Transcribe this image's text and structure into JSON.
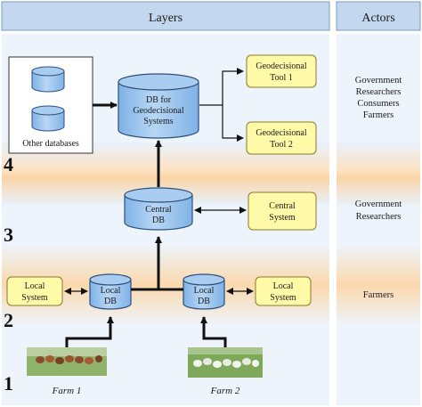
{
  "header": {
    "layers_title": "Layers",
    "actors_title": "Actors"
  },
  "layers": [
    "4",
    "3",
    "2",
    "1"
  ],
  "other_databases_label": "Other databases",
  "db_geodecisional": {
    "line1": "DB for",
    "line2": "Geodecisional",
    "line3": "Systems"
  },
  "tool1": {
    "line1": "Geodecisional",
    "line2": "Tool 1"
  },
  "tool2": {
    "line1": "Geodecisional",
    "line2": "Tool 2"
  },
  "central_db": {
    "line1": "Central",
    "line2": "DB"
  },
  "central_system": {
    "line1": "Central",
    "line2": "System"
  },
  "local_db_left": {
    "line1": "Local",
    "line2": "DB"
  },
  "local_db_right": {
    "line1": "Local",
    "line2": "DB"
  },
  "local_system_left": {
    "line1": "Local",
    "line2": "System"
  },
  "local_system_right": {
    "line1": "Local",
    "line2": "System"
  },
  "farms": [
    "Farm 1",
    "Farm 2"
  ],
  "actors": {
    "layer4": [
      "Government",
      "Researchers",
      "Consumers",
      "Farmers"
    ],
    "layer3": [
      "Government",
      "Researchers"
    ],
    "layer2": [
      "Farmers"
    ]
  },
  "colors": {
    "header_blue": "#c3d8ee",
    "db_blue": "#9cc4ec",
    "box_yellow": "#fffaa8",
    "band_orange": "#fbd9b0",
    "band_blue": "#e9f1fa"
  }
}
